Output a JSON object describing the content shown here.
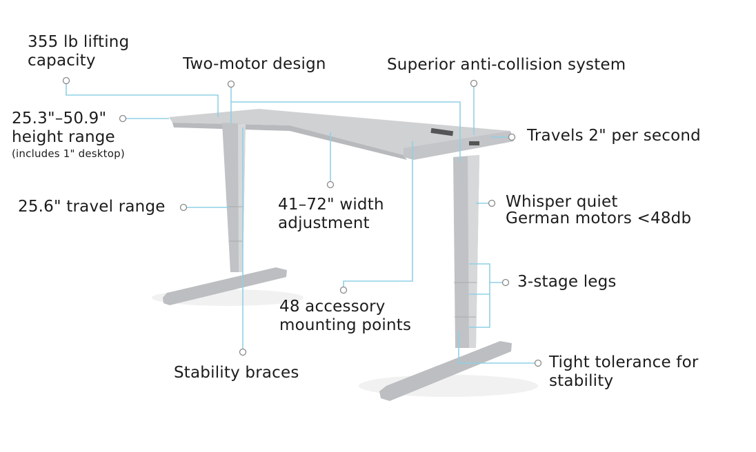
{
  "title": "Standing desk frame features",
  "colors": {
    "leader_line": "#8fd0e6",
    "frame": "#c6c8ca",
    "frame_dark": "#a9abae",
    "text": "#1c1c1c"
  },
  "features": {
    "lifting_capacity": {
      "line1": "355 lb lifting",
      "line2": "capacity"
    },
    "two_motor": "Two-motor design",
    "anti_collision": "Superior anti-collision system",
    "height_range": {
      "line1": "25.3\"–50.9\"",
      "line2": "height range",
      "note": "(includes 1\" desktop)"
    },
    "travels": "Travels 2\" per second",
    "travel_range": "25.6\" travel range",
    "width_adjustment": {
      "line1": "41–72\" width",
      "line2": "adjustment"
    },
    "whisper_quiet": {
      "line1": "Whisper quiet",
      "line2": "German motors <48db"
    },
    "three_stage": "3-stage legs",
    "accessory_points": {
      "line1": "48 accessory",
      "line2": "mounting points"
    },
    "stability_braces": "Stability braces",
    "tight_tolerance": {
      "line1": "Tight tolerance for",
      "line2": "stability"
    }
  }
}
